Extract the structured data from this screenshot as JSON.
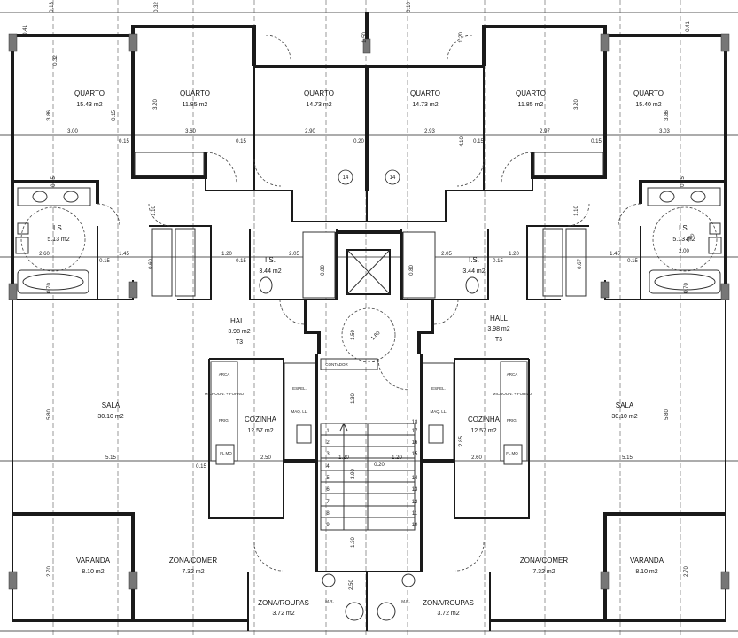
{
  "rooms": {
    "left": {
      "quarto_a": {
        "name": "QUARTO",
        "area": "15.43 m2"
      },
      "quarto_b": {
        "name": "QUARTO",
        "area": "11.85 m2"
      },
      "quarto_c": {
        "name": "QUARTO",
        "area": "14.73 m2"
      },
      "is_main": {
        "name": "I.S.",
        "area": "5.13 m2"
      },
      "is_small": {
        "name": "I.S.",
        "area": "3.44 m2"
      },
      "hall": {
        "name": "HALL",
        "area": "3.98 m2",
        "type": "T3"
      },
      "sala": {
        "name": "SALA",
        "area": "30.10 m2"
      },
      "cozinha": {
        "name": "COZINHA",
        "area": "12.57 m2"
      },
      "varanda": {
        "name": "VARANDA",
        "area": "8.10 m2"
      },
      "zona_comer": {
        "name": "ZONA/COMER",
        "area": "7.32 m2"
      },
      "zona_roupas": {
        "name": "ZONA/ROUPAS",
        "area": "3.72 m2"
      }
    },
    "right": {
      "quarto_a": {
        "name": "QUARTO",
        "area": "15.40 m2"
      },
      "quarto_b": {
        "name": "QUARTO",
        "area": "11.85 m2"
      },
      "quarto_c": {
        "name": "QUARTO",
        "area": "14.73 m2"
      },
      "is_main": {
        "name": "I.S.",
        "area": "5.13 m2"
      },
      "is_small": {
        "name": "I.S.",
        "area": "3.44 m2"
      },
      "hall": {
        "name": "HALL",
        "area": "3.98 m2",
        "type": "T3"
      },
      "sala": {
        "name": "SALA",
        "area": "30.10 m2"
      },
      "cozinha": {
        "name": "COZINHA",
        "area": "12.57 m2"
      },
      "varanda": {
        "name": "VARANDA",
        "area": "8.10 m2"
      },
      "zona_comer": {
        "name": "ZONA/COMER",
        "area": "7.32 m2"
      },
      "zona_roupas": {
        "name": "ZONA/ROUPAS",
        "area": "3.72 m2"
      }
    }
  },
  "tags": {
    "left": "14",
    "right": "14"
  },
  "fixtures": {
    "arca": "ARCA",
    "microonda": "MICROON. + FORNO",
    "frig": "FRIG.",
    "fl_mq": "FL MQ",
    "espel": "ESPEL.",
    "maq_ll": "MAQ. LL.",
    "contador": "CONTADOR",
    "mr": "M.R."
  },
  "stairs": {
    "left": [
      "1",
      "2",
      "3",
      "4",
      "5",
      "6",
      "7",
      "8",
      "9"
    ],
    "right": [
      "18",
      "17",
      "16",
      "15",
      "14",
      "13",
      "12",
      "11",
      "10"
    ],
    "width_left": "1.20",
    "width_right": "1.20",
    "landing": "0.20"
  },
  "dims": {
    "d_300": "3.00",
    "d_360": "3.60",
    "d_290": "2.90",
    "d_293": "2.93",
    "d_297": "2.97",
    "d_303": "3.03",
    "d_015": "0.15",
    "d_020": "0.20",
    "d_120": "1.20",
    "d_145": "1.45",
    "d_260": "2.60",
    "d_200": "2.00",
    "d_205": "2.05",
    "d_250": "2.50",
    "d_260b": "2.60",
    "d_515": "5.15",
    "d_580": "5.80",
    "d_270": "2.70",
    "d_285": "2.85",
    "d_386": "3.86",
    "d_410": "4.10",
    "d_320": "3.20",
    "d_150": "1.50",
    "d_110": "1.10",
    "d_180": "1.80",
    "d_120v": "1.20",
    "d_100": "1.00",
    "d_013": "0.13",
    "d_041": "0.41",
    "d_032": "0.32",
    "d_130": "1.30",
    "d_390": "3.90",
    "d_010": "0.10",
    "d_250v": "2.50",
    "d_067": "0.67",
    "d_060": "0.60",
    "d_070": "0.70",
    "d_080": "0.80"
  }
}
